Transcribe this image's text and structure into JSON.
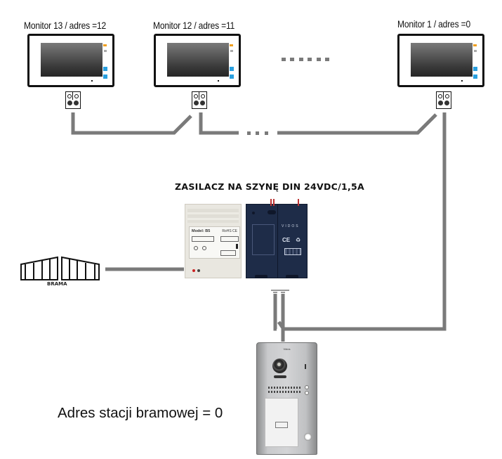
{
  "monitors": [
    {
      "label": "Monitor 13 / adres =12",
      "address": 12
    },
    {
      "label": "Monitor 12 / adres =11",
      "address": 11
    },
    {
      "label": "Monitor 1 / adres =0",
      "address": 0
    }
  ],
  "power_supply": {
    "title": "ZASILACZ NA SZYNĘ DIN 24VDC/1,5A",
    "distributor_model": "Model: B5",
    "distributor_marks": "RoHS CE",
    "psu_brand": "VIDOS",
    "psu_marks": "CE"
  },
  "gate": {
    "label": "BRAMA"
  },
  "door_station": {
    "brand": "Vidos",
    "address_label": "Adres stacji bramowej = 0"
  },
  "colors": {
    "wire": "#7a7a7a",
    "monitor_led_amber": "#f0a020",
    "monitor_button_blue": "#2aa0e0",
    "psu_body": "#1e2c48",
    "distributor_body": "#e9e7e0"
  }
}
